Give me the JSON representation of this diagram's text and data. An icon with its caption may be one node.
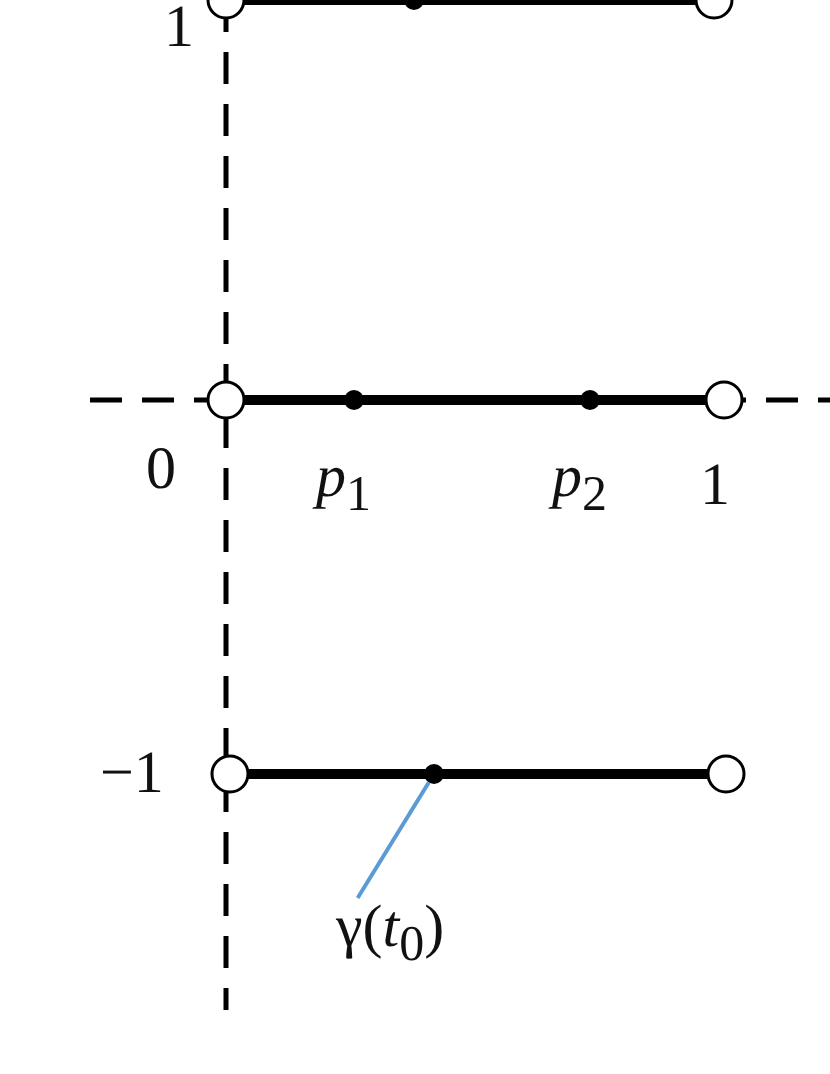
{
  "diagram": {
    "nodes": [
      {
        "text": [],
        "shape": "circle"
      },
      {
        "text": [],
        "shape": "circle"
      },
      {
        "text": [],
        "shape": "circle"
      },
      {
        "text": [],
        "shape": "circle"
      },
      {
        "text": [
          "γ(*t*$_{0}$)"
        ]
      }
    ],
    "edges": [
      {
        "from": 4,
        "to": 3,
        "arrow": "none"
      }
    ],
    "labels": [
      "1",
      "0",
      "*p*$_{1}$",
      "*p*$_{2}$",
      "1",
      "−1"
    ]
  }
}
